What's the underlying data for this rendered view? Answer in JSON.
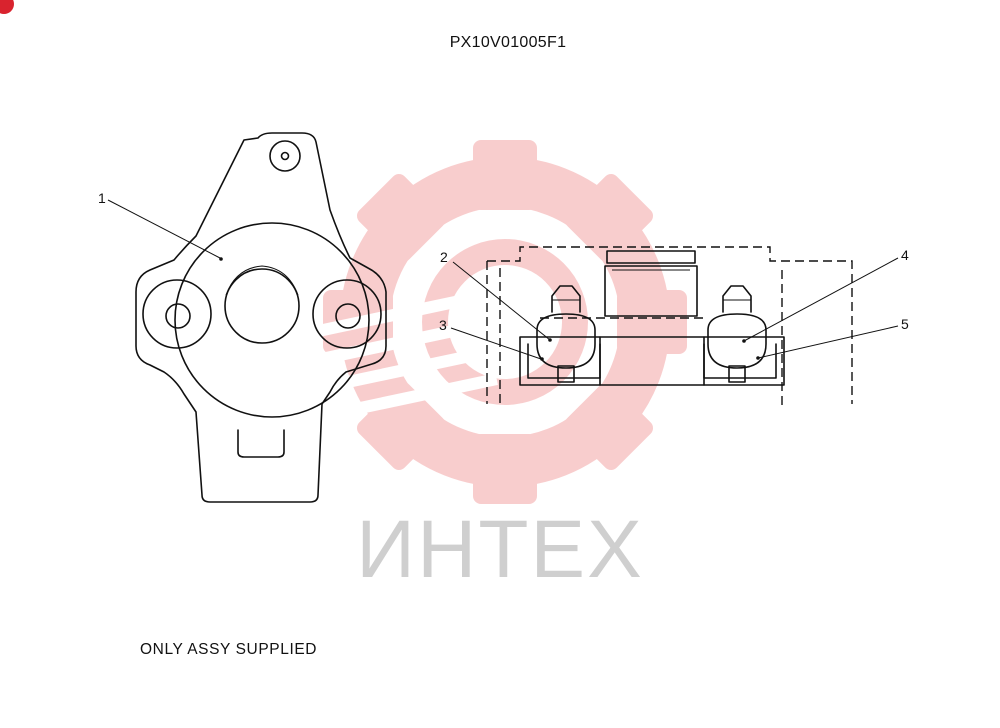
{
  "title": "PX10V01005F1",
  "note": "ONLY ASSY SUPPLIED",
  "watermark": {
    "text": "ИНТЕХ",
    "gear_color": "#f4a6a6",
    "text_color": "#cfcfcf"
  },
  "callouts": [
    "1",
    "2",
    "3",
    "4",
    "5"
  ]
}
